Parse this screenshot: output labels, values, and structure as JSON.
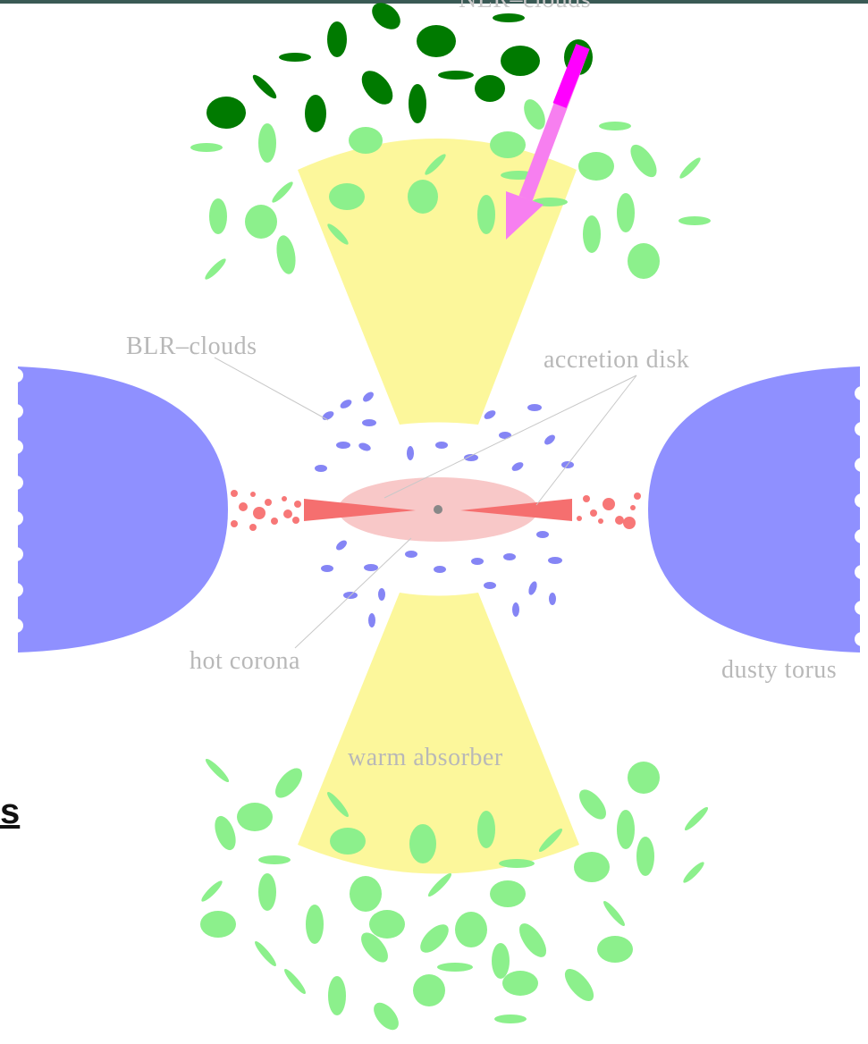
{
  "labels": {
    "nlr_clouds": "NLR–clouds",
    "blr_clouds": "BLR–clouds",
    "accretion_disk": "accretion disk",
    "hot_corona": "hot corona",
    "dusty_torus": "dusty torus",
    "warm_absorber": "warm absorber"
  },
  "side_text": "s",
  "colors": {
    "cone": "#fcf79b",
    "torus": "#8f90ff",
    "nlr_dark": "#007a00",
    "nlr_light": "#8cf08c",
    "blr": "#8585f5",
    "disk": "#f56f6f",
    "corona": "#f8c8c8",
    "arrow": "#f77ff0",
    "arrow_tip": "#ff00ff",
    "label_text": "#b8b8b8"
  }
}
